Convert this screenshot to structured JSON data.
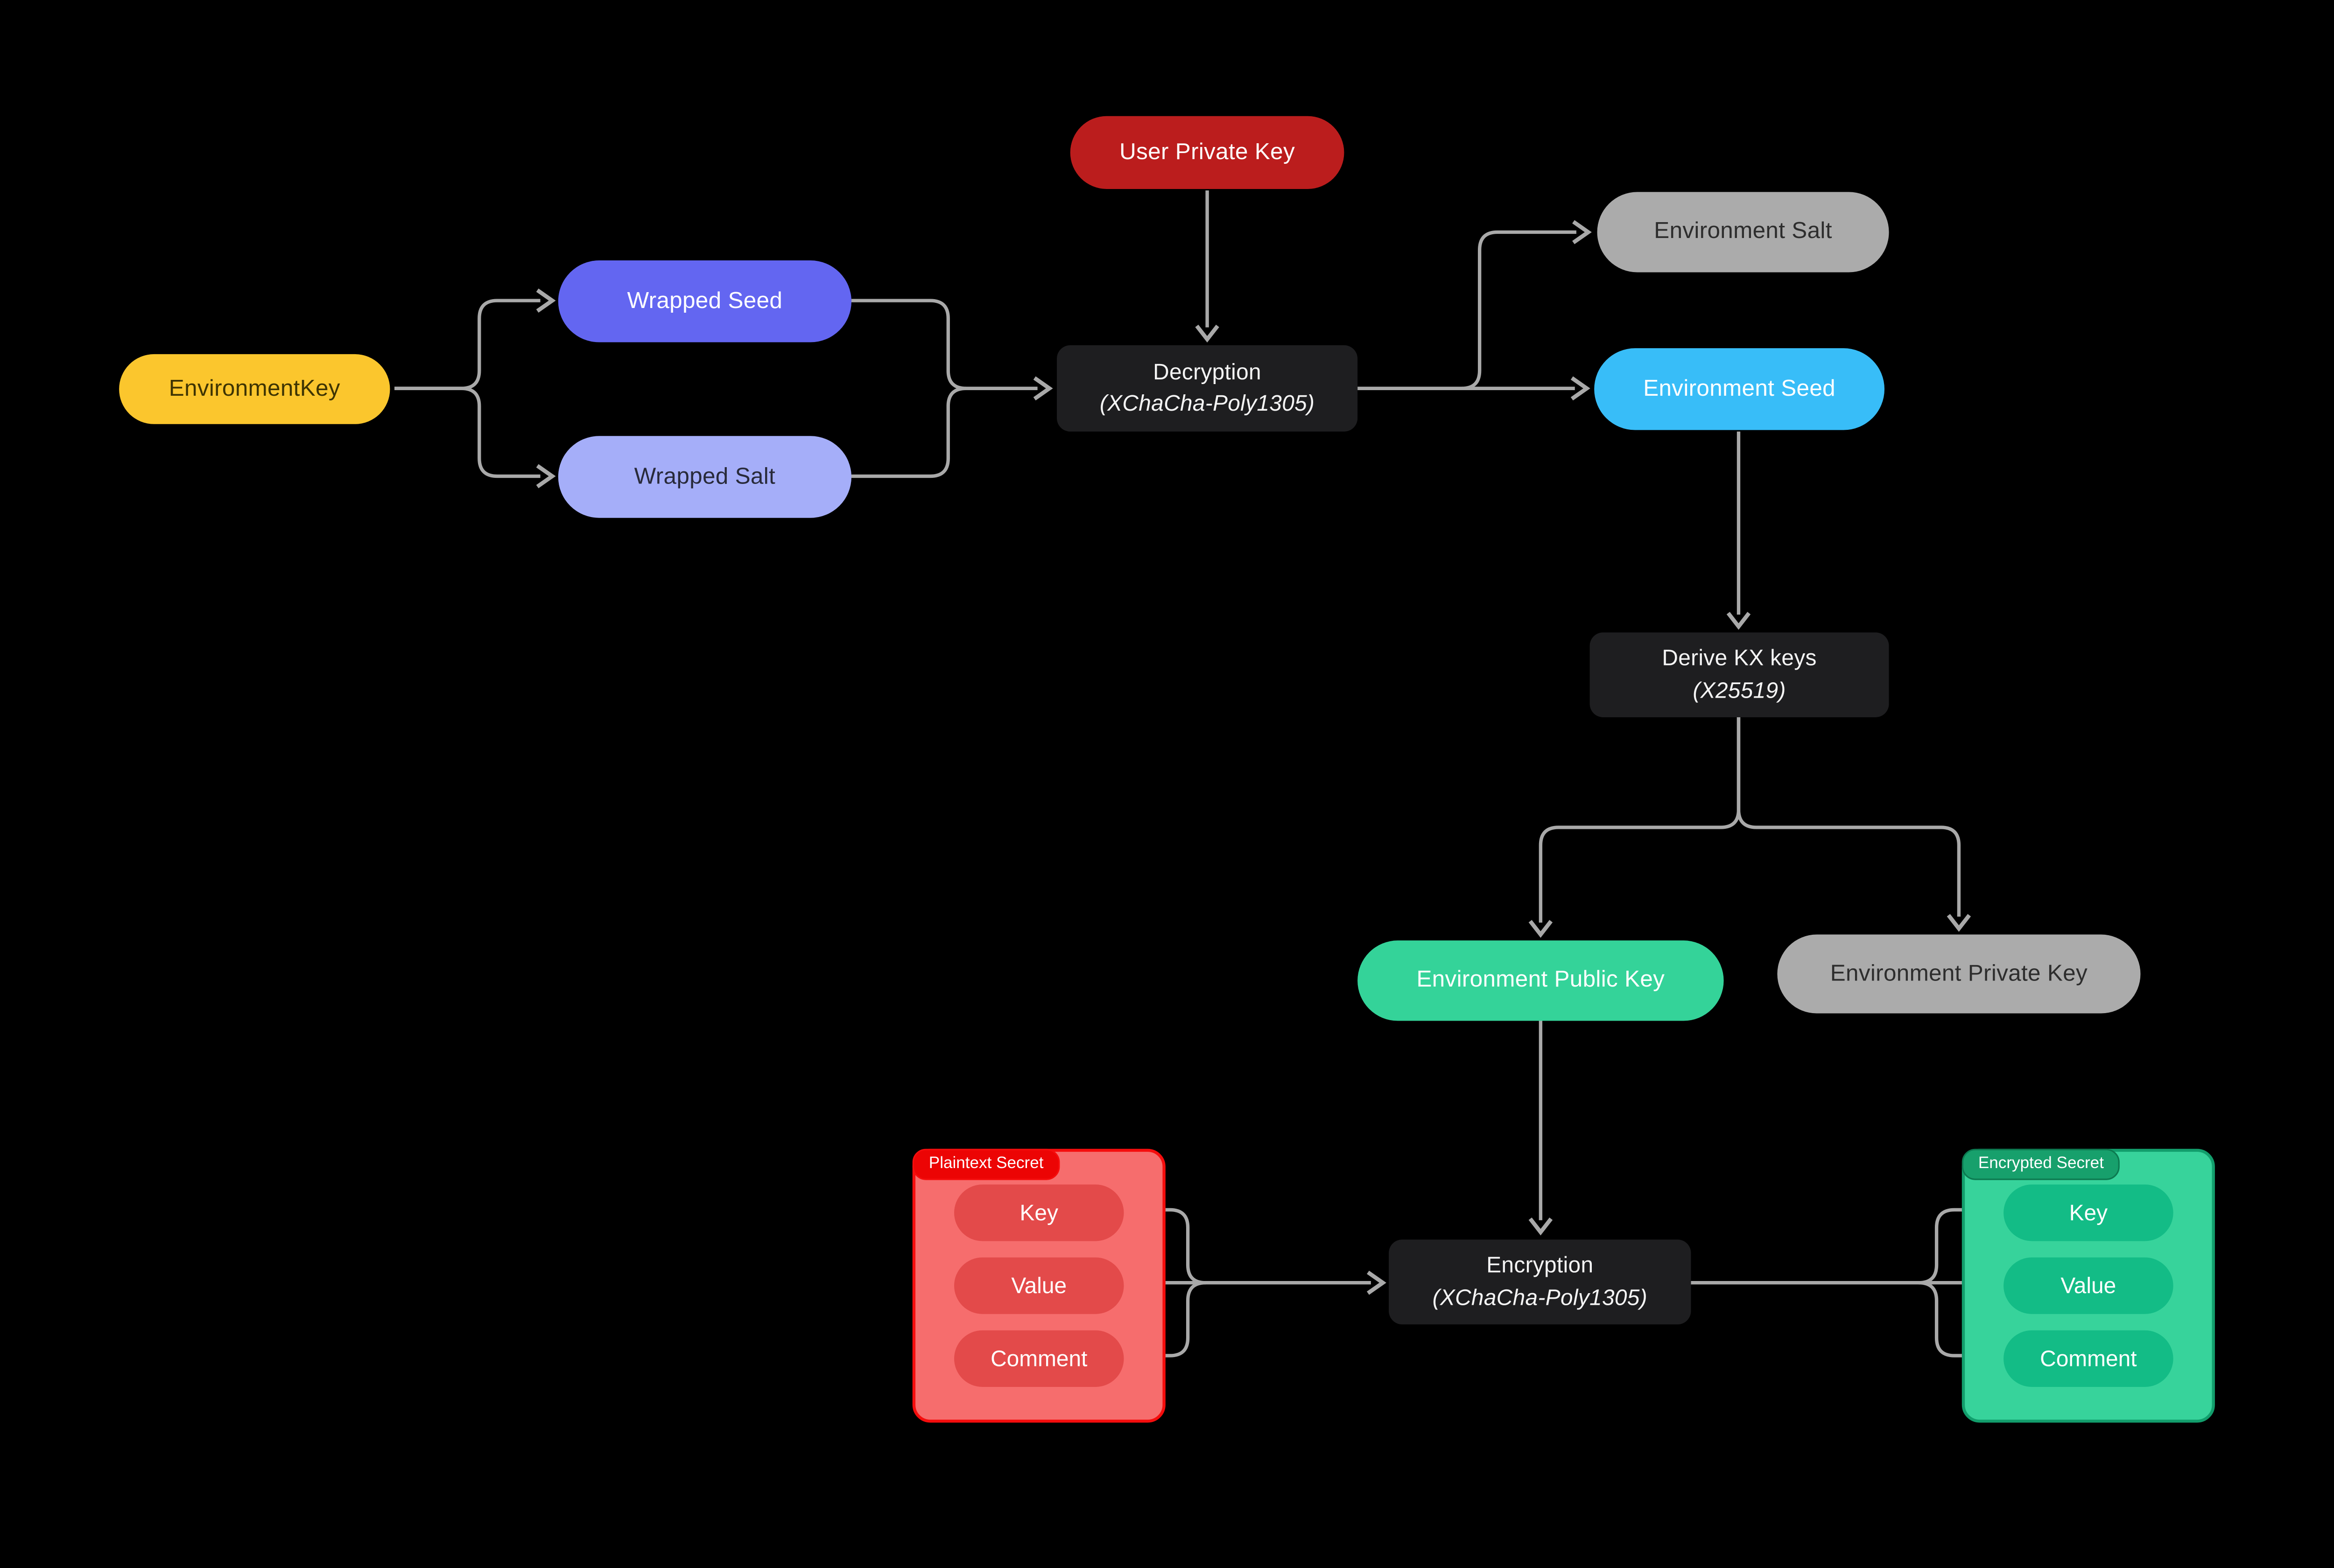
{
  "palette": {
    "background": "#000000",
    "edge": "#A9A9A9",
    "environment_key_bg": "#FBC62D",
    "environment_key_text": "#3E3403",
    "wrapped_seed_bg": "#6366F1",
    "wrapped_salt_bg": "#A5AEF9",
    "wrapped_salt_text": "#282A3A",
    "user_private_key_bg": "#BB1D1D",
    "process_box_bg": "#1E1E20",
    "process_box_text": "#F5F5F5",
    "environment_salt_bg": "#ABABAB",
    "environment_salt_text": "#2D2D2D",
    "environment_seed_bg": "#38BDF8",
    "environment_public_key_bg": "#34D399",
    "environment_private_key_bg": "#ABABAB",
    "environment_private_key_text": "#2D2D2D",
    "plaintext_container_bg": "#F66D6D",
    "plaintext_container_border": "#F50D0D",
    "plaintext_badge_bg": "#EC0404",
    "plaintext_pill_bg": "#E34A4A",
    "encrypted_container_bg": "#37D39B",
    "encrypted_container_border": "#129E6C",
    "encrypted_badge_bg": "#17A06C",
    "encrypted_badge_border": "#0C7A50",
    "encrypted_pill_bg": "#13BC86",
    "light_text": "#FFFFFF"
  },
  "nodes": {
    "environment_key": {
      "label": "EnvironmentKey"
    },
    "wrapped_seed": {
      "label": "Wrapped Seed"
    },
    "wrapped_salt": {
      "label": "Wrapped Salt"
    },
    "user_private_key": {
      "label": "User Private Key"
    },
    "decryption": {
      "label": "Decryption",
      "sublabel": "(XChaCha-Poly1305)"
    },
    "environment_salt": {
      "label": "Environment Salt"
    },
    "environment_seed": {
      "label": "Environment Seed"
    },
    "derive_kx": {
      "label": "Derive KX keys",
      "sublabel": "(X25519)"
    },
    "environment_public_key": {
      "label": "Environment Public Key"
    },
    "environment_private_key": {
      "label": "Environment Private Key"
    },
    "encryption": {
      "label": "Encryption",
      "sublabel": "(XChaCha-Poly1305)"
    },
    "plaintext_secret": {
      "label": "Plaintext Secret",
      "fields": [
        "Key",
        "Value",
        "Comment"
      ]
    },
    "encrypted_secret": {
      "label": "Encrypted Secret",
      "fields": [
        "Key",
        "Value",
        "Comment"
      ]
    }
  }
}
